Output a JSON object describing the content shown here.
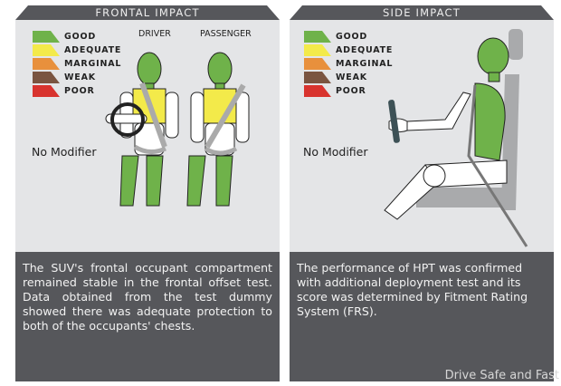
{
  "legend": [
    "GOOD",
    "ADEQUATE",
    "MARGINAL",
    "WEAK",
    "POOR"
  ],
  "colors": {
    "good": "#6fb24a",
    "adequate": "#f3ea4a",
    "marginal": "#e8903c",
    "weak": "#7a5440",
    "poor": "#d8332e",
    "header": "#56575b"
  },
  "frontal": {
    "title": "FRONTAL IMPACT",
    "driver": "DRIVER",
    "passenger": "PASSENGER",
    "modifier": "No Modifier",
    "text": "The SUV's frontal occupant compartment remained stable in the frontal offset test. Data obtained from the test dummy showed there was adequate protection to both of the occupants' chests."
  },
  "side": {
    "title": "SIDE IMPACT",
    "modifier": "No Modifier",
    "text": "The performance of HPT was confirmed with additional deployment test and its score was determined by Fitment Rating System (FRS)."
  },
  "watermark": "Drive Safe and Fast"
}
